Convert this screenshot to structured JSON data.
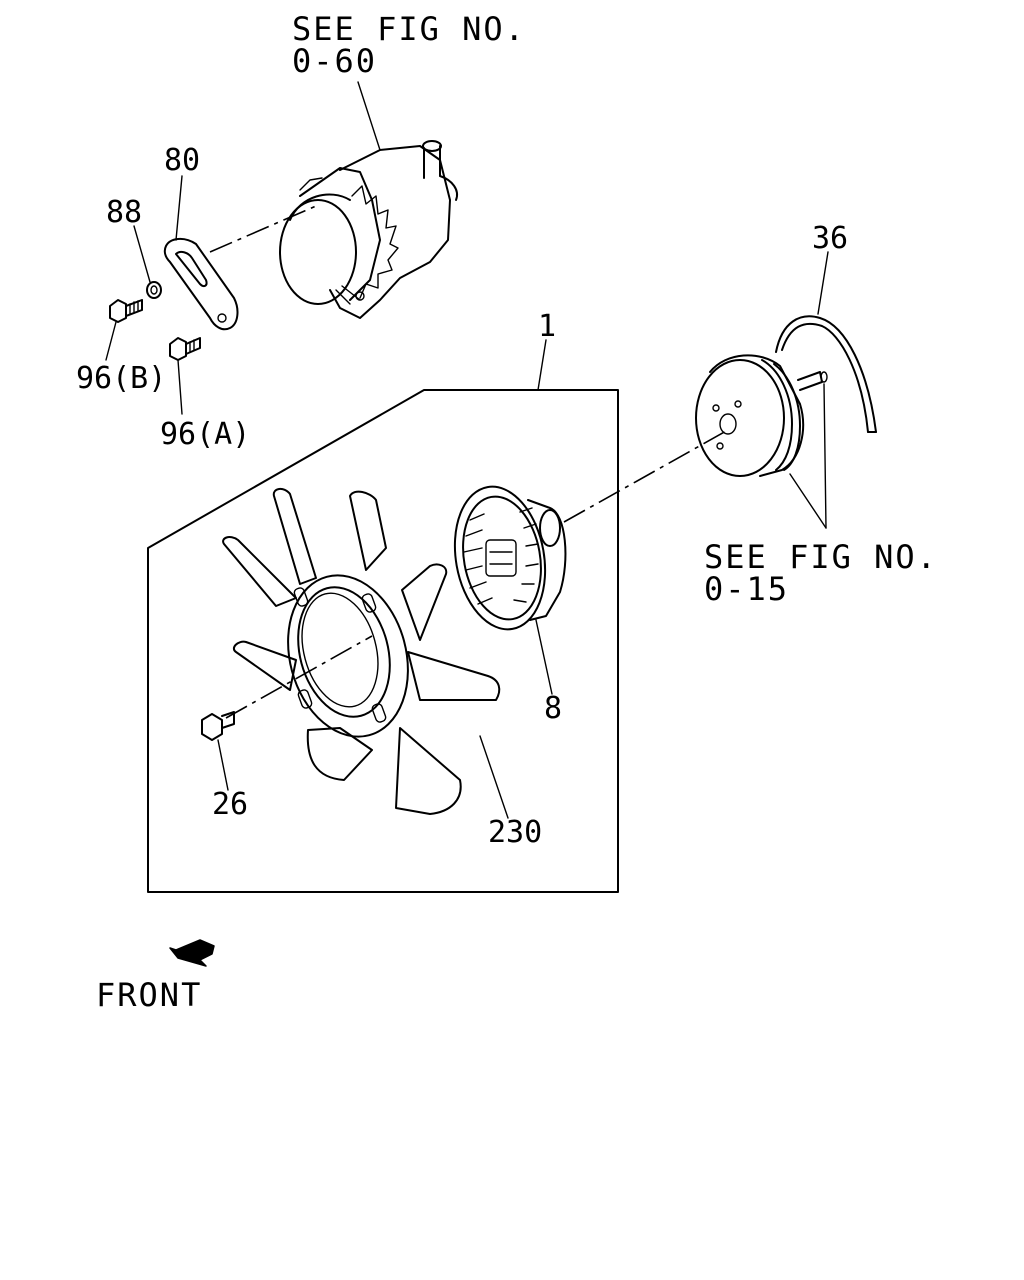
{
  "references": {
    "alternator_ref_line1": "SEE FIG NO.",
    "alternator_ref_line2": "0-60",
    "pump_ref_line1": "SEE FIG NO.",
    "pump_ref_line2": "0-15"
  },
  "callouts": {
    "c1": "1",
    "c8": "8",
    "c26": "26",
    "c36": "36",
    "c80": "80",
    "c88": "88",
    "c96a": "96(A)",
    "c96b": "96(B)",
    "c230": "230"
  },
  "direction": {
    "front_label": "FRONT",
    "arrow_icon": "front-arrow-icon"
  }
}
